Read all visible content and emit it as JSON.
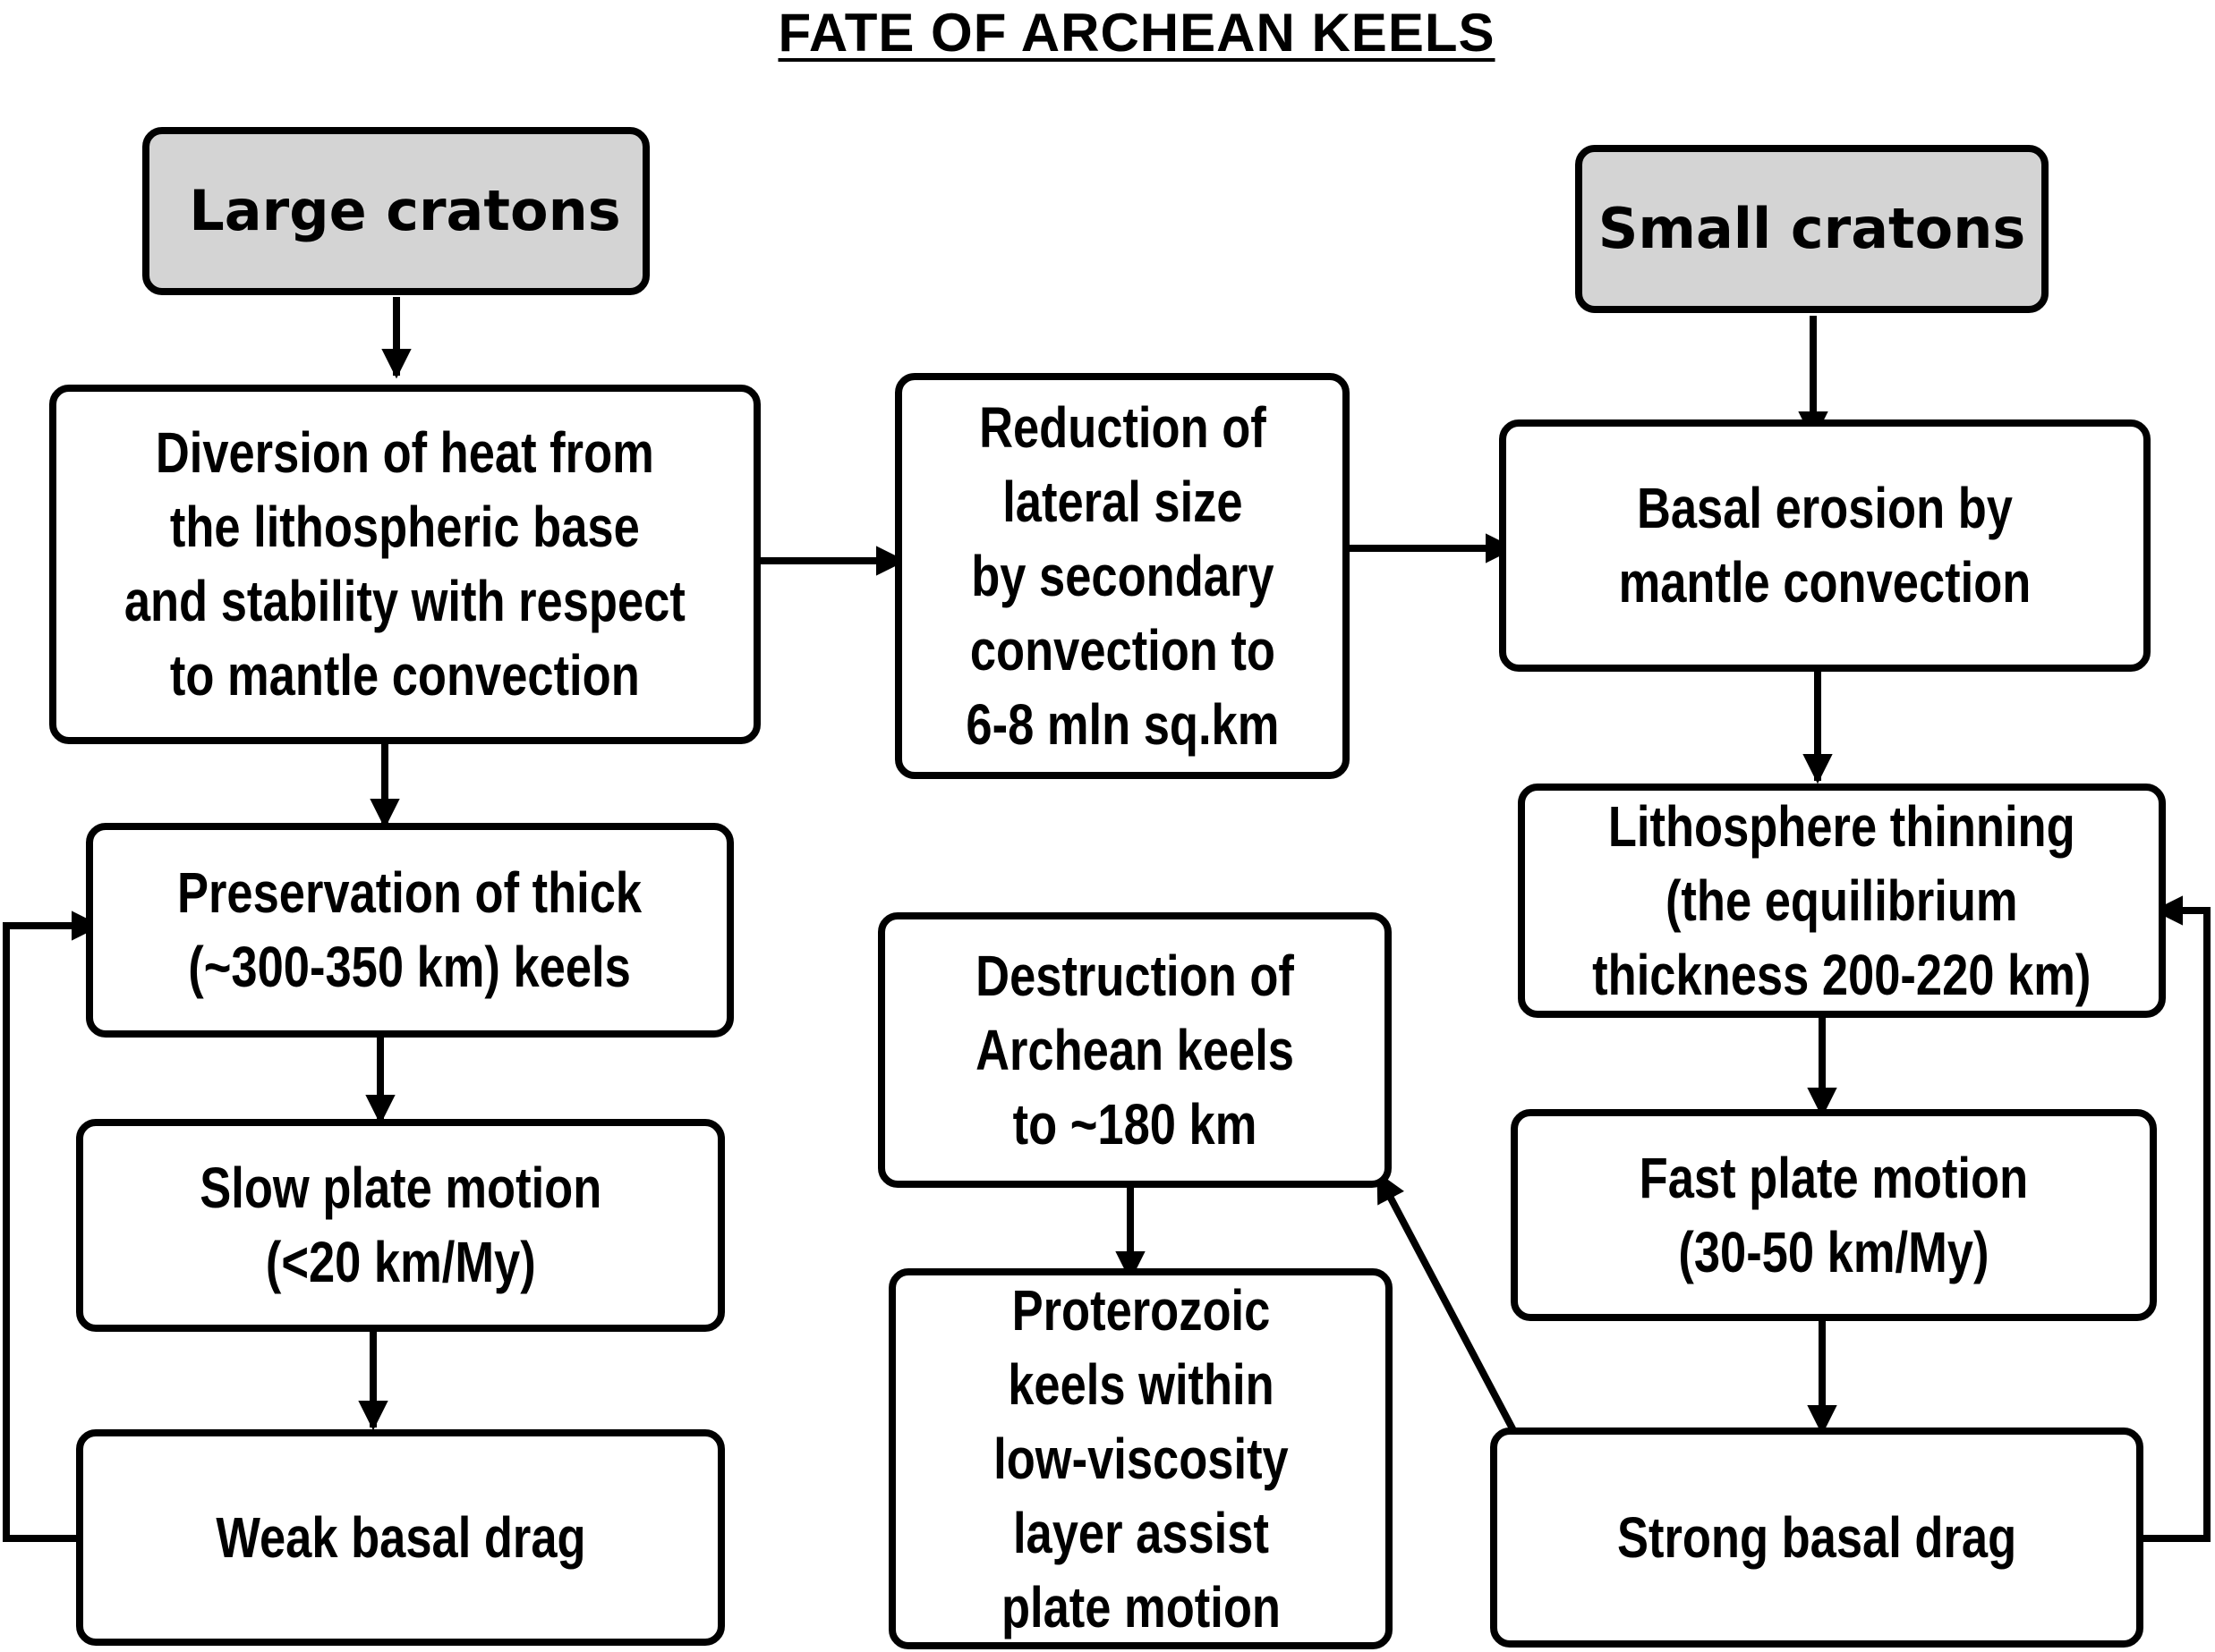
{
  "title": "FATE OF ARCHEAN KEELS",
  "nodes": {
    "large_cratons": "Large cratons",
    "small_cratons": "Small cratons",
    "diversion": "Diversion of heat from\nthe lithospheric base\nand stability with respect\nto mantle convection",
    "reduction": "Reduction of\nlateral size\nby secondary\nconvection to\n6-8 mln sq.km",
    "basal_erosion": "Basal erosion by\nmantle convection",
    "preservation": "Preservation of thick\n(~300-350 km) keels",
    "slow_motion": "Slow plate motion\n(<20 km/My)",
    "weak_drag": "Weak basal drag",
    "destruction": "Destruction of\nArchean keels\nto ~180 km",
    "proterozoic": "Proterozoic\nkeels within\nlow-viscosity\nlayer assist\nplate motion",
    "thinning": "Lithosphere thinning\n(the equilibrium\nthickness 200-220 km)",
    "fast_motion": "Fast plate motion\n(30-50 km/My)",
    "strong_drag": "Strong basal drag"
  },
  "edges": [
    [
      "large_cratons",
      "diversion"
    ],
    [
      "diversion",
      "preservation"
    ],
    [
      "diversion",
      "reduction"
    ],
    [
      "reduction",
      "basal_erosion"
    ],
    [
      "small_cratons",
      "basal_erosion"
    ],
    [
      "basal_erosion",
      "thinning"
    ],
    [
      "preservation",
      "slow_motion"
    ],
    [
      "slow_motion",
      "weak_drag"
    ],
    [
      "weak_drag",
      "preservation"
    ],
    [
      "destruction",
      "proterozoic"
    ],
    [
      "thinning",
      "fast_motion"
    ],
    [
      "fast_motion",
      "strong_drag"
    ],
    [
      "strong_drag",
      "thinning"
    ],
    [
      "strong_drag",
      "destruction"
    ]
  ]
}
